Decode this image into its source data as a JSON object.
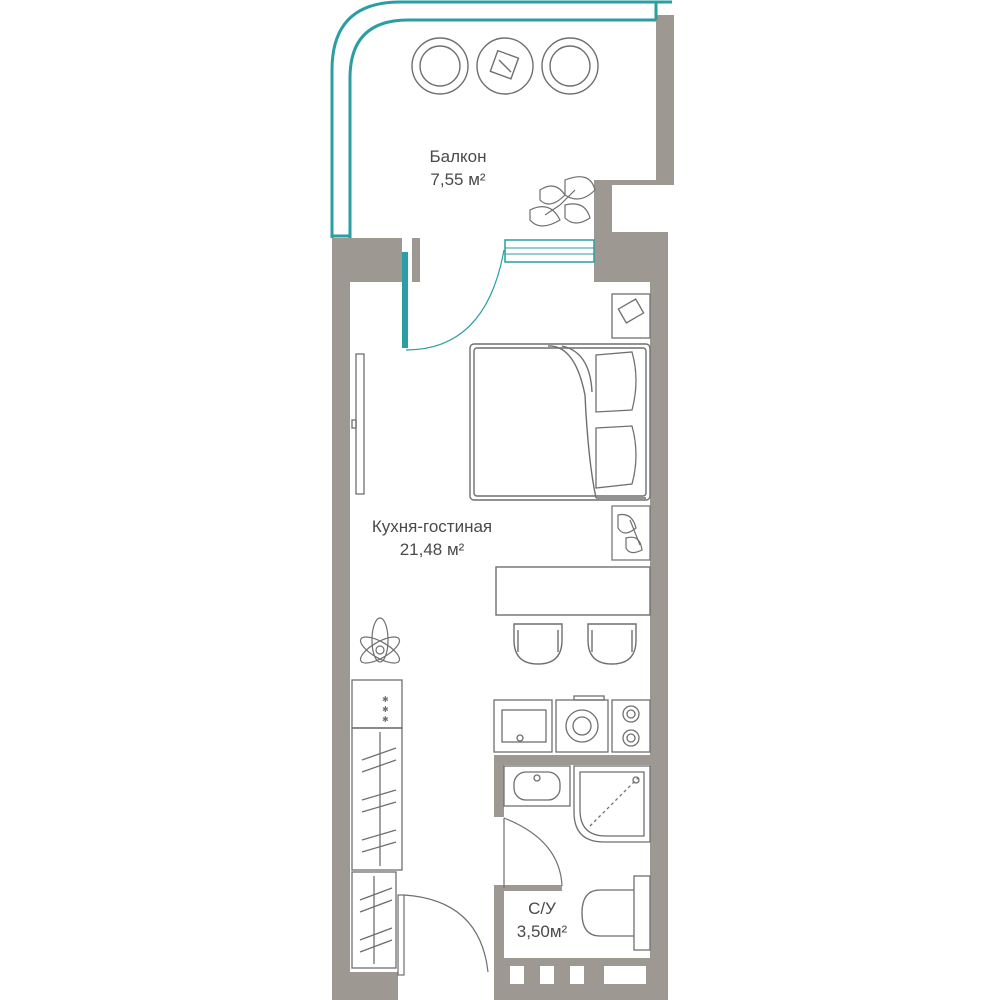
{
  "rooms": {
    "balcony": {
      "name": "Балкон",
      "area": "7,55 м²"
    },
    "living": {
      "name": "Кухня-гостиная",
      "area": "21,48 м²"
    },
    "bath": {
      "name": "С/У",
      "area": "3,50м²"
    }
  },
  "colors": {
    "wall": "#9e9892",
    "glass": "#2a9ea2",
    "line": "#6f6f6f",
    "background": "#ffffff"
  },
  "icons": [
    "armchair-icon",
    "coffee-table-icon",
    "plant-icon",
    "bed-icon",
    "pillow-icon",
    "nightstand-icon",
    "dining-table-icon",
    "chair-icon",
    "stove-icon",
    "sink-icon",
    "washing-machine-icon",
    "wardrobe-icon",
    "shower-icon",
    "toilet-icon",
    "washbasin-icon",
    "door-icon",
    "window-icon",
    "mirror-icon"
  ]
}
